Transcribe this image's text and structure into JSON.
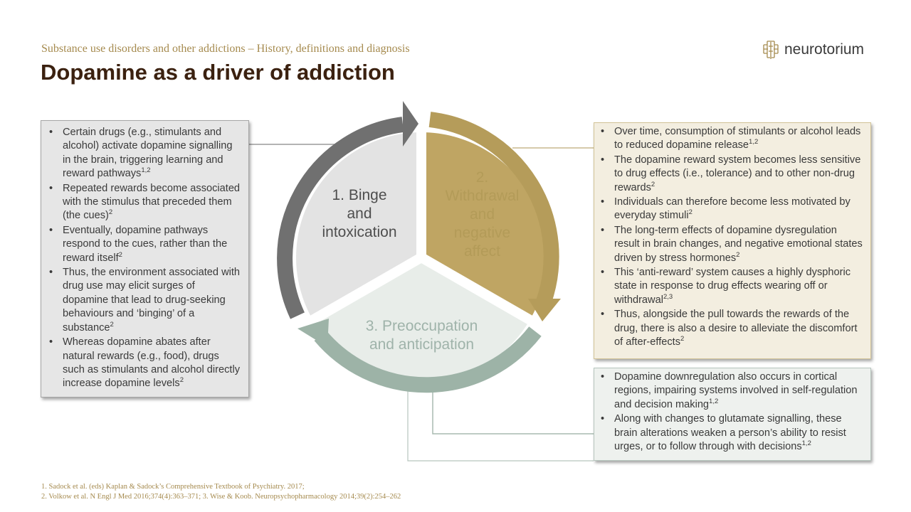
{
  "header": {
    "subtitle": "Substance use disorders and other addictions – History, definitions and diagnosis",
    "title": "Dopamine as a driver of addiction",
    "logo_text": "neurotorium"
  },
  "colors": {
    "title": "#3b2110",
    "subtitle_gold": "#a58a4e",
    "segment_binge": "#e3e3e3",
    "segment_withdrawal": "#bfa563",
    "segment_preoccupation": "#e8ede9",
    "arrow_binge": "#707070",
    "arrow_withdrawal": "#b59c5a",
    "arrow_preoccupation": "#9db3a7"
  },
  "cycle": {
    "binge": [
      "1. Binge",
      "and",
      "intoxication"
    ],
    "withdrawal": [
      "2.",
      "Withdrawal",
      "and",
      "negative",
      "affect"
    ],
    "preoccupation": [
      "3. Preoccupation",
      "and anticipation"
    ]
  },
  "left_box": {
    "items": [
      {
        "text": "Certain drugs (e.g., stimulants and alcohol) activate dopamine signalling in the brain, triggering learning and reward pathways",
        "sup": "1,2"
      },
      {
        "text": "Repeated rewards become associated with the stimulus that preceded them (the cues)",
        "sup": "2"
      },
      {
        "text": "Eventually, dopamine pathways respond to the cues, rather than the reward itself",
        "sup": "2"
      },
      {
        "text": "Thus, the environment associated with drug use may elicit surges of dopamine that lead to drug-seeking behaviours and ‘binging’ of a substance",
        "sup": "2"
      },
      {
        "text": "Whereas dopamine abates after natural rewards (e.g., food), drugs such as stimulants and alcohol directly increase dopamine levels",
        "sup": "2"
      }
    ]
  },
  "right_box": {
    "items": [
      {
        "text": "Over time, consumption of stimulants or alcohol leads to reduced dopamine release",
        "sup": "1,2"
      },
      {
        "text": "The dopamine reward system becomes less sensitive to drug effects (i.e., tolerance) and to other non-drug rewards",
        "sup": "2"
      },
      {
        "text": "Individuals can therefore become less motivated by everyday stimuli",
        "sup": "2"
      },
      {
        "text": "The long-term effects of dopamine dysregulation result in brain changes, and negative emotional states driven by stress hormones",
        "sup": "2"
      },
      {
        "text": "This ‘anti-reward’ system causes a highly dysphoric state in response to drug effects wearing off or withdrawal",
        "sup": "2,3"
      },
      {
        "text": "Thus, alongside the pull towards the rewards of the drug, there is also a desire to alleviate the discomfort of after-effects",
        "sup": "2"
      }
    ]
  },
  "bottom_box": {
    "items": [
      {
        "text": "Dopamine downregulation also occurs in cortical regions, impairing systems involved in self-regulation and decision making",
        "sup": "1,2"
      },
      {
        "text": "Along with changes to glutamate signalling, these brain alterations weaken a person’s ability to resist urges, or to follow through with decisions",
        "sup": "1,2"
      }
    ]
  },
  "references": [
    "1. Sadock et al. (eds) Kaplan & Sadock’s Comprehensive Textbook of Psychiatry. 2017;",
    "2. Volkow et al. N Engl J Med 2016;374(4):363–371; 3. Wise & Koob. Neuropsychopharmacology 2014;39(2):254–262"
  ]
}
